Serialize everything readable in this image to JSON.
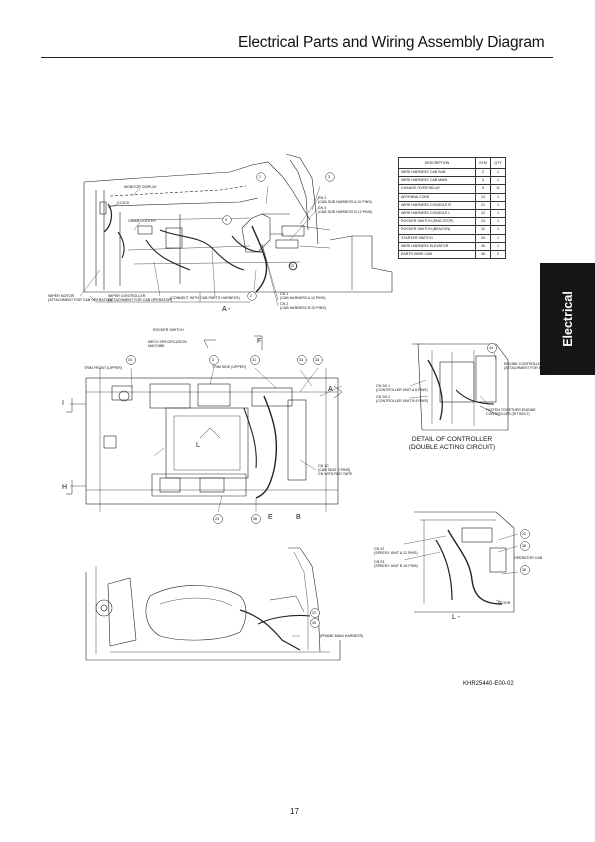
{
  "page": {
    "title": "Electrical Parts and Wiring Assembly Diagram",
    "side_tab": "Electrical",
    "doc_code": "KHR25440-E00-02",
    "page_number": "17"
  },
  "parts_table": {
    "headers": [
      "DESCRIPTION",
      "SYM",
      "QTY"
    ],
    "rows": [
      {
        "desc": "WIRE HARNESS CAB SUB",
        "sym": "2",
        "qty": "1"
      },
      {
        "desc": "WIRE HARNESS CAB MAIN",
        "sym": "3",
        "qty": "1"
      },
      {
        "desc": "CHANGE OVER RELAY",
        "sym": "9",
        "qty": "11"
      },
      {
        "desc": "ANTENNA CODE",
        "sym": "13",
        "qty": "1"
      },
      {
        "desc": "WIRE HARNESS CONSOLE R",
        "sym": "21",
        "qty": "1"
      },
      {
        "desc": "WIRE HARNESS CONSOLE L",
        "sym": "22",
        "qty": "1"
      },
      {
        "desc": "ROCKER SWITCH (ENG.STOP)",
        "sym": "24",
        "qty": "1"
      },
      {
        "desc": "ROCKER SWITCH (BEACON)",
        "sym": "31",
        "qty": "1"
      },
      {
        "desc": "STARTER SWITCH",
        "sym": "34",
        "qty": "1"
      },
      {
        "desc": "WIRE HARNESS ELEVATOR",
        "sym": "35",
        "qty": "1"
      },
      {
        "desc": "EARTH WIRE CAB",
        "sym": "36",
        "qty": "2"
      }
    ]
  },
  "controller_caption": {
    "line1": "DETAIL OF CONTROLLER",
    "line2": "(DOUBLE ACTING CIRCUIT)"
  },
  "labels": {
    "monitor_display": "MONITOR DISPLAY",
    "clock": "CLOCK",
    "cigar_lighter": "CIGAR LIGHTER",
    "cn2": "CN 2",
    "cab_sub_harness_a": "(CAB SUB HARNESS  A  10 PINS)",
    "cn3": "CN 3",
    "cab_sub_harness_b": "(CAB SUB HARNESS  B  12 PINS)",
    "cn1": "CN 1",
    "cab_harness_a": "(CAB HARNESS  A  12 PINS)",
    "cn2b": "CN 2",
    "cab_harness_b": "(CAB HARNESS  B  20 PINS)",
    "wiper_motor_1": "WIPER MOTOR",
    "wiper_motor_2": "(ATTACHMENT FOR CAB OPERATOR)",
    "wiper_ctrl_1": "WIPER CONTROLLER",
    "wiper_ctrl_2": "(ATTACHMENT FOR CAB OPERATOR)",
    "connect_cab_parts": "(CONNECT WITH CAB PARTS HARNESS)",
    "rocker_switch": "ROCKER SWITCH",
    "mecv_1": "MECV SPECIFICATION",
    "mecv_2": "MACHINE",
    "trim_front": "TRIM FRONT (UPPER)",
    "trim_side": "TRIM SIDE (UPPER)",
    "cn_sh1_1": "CN SH 1",
    "cn_sh1_2": "(CONTROLLER UNIT  A  8 PINS)",
    "cn_sh2_1": "CN SH 2",
    "cn_sh2_2": "(CONTROLLER UNIT  B  8 PINS)",
    "engine_ctrl_1": "ENGINE CONTROLLER",
    "engine_ctrl_2": "(ATTACHMENT FOR ENGINE)",
    "fasten_1": "FASTEN TOGETHER ENGINE",
    "fasten_2": "CONTROLLER (SIT BOLT)",
    "cn_c_1": "CN 1C",
    "cn_c_2": "(CAB SEAT  2 PINS)",
    "cn_c_3": "CN WITH RED TAPE",
    "cn22_1": "CN 22",
    "cn22_2": "(SPEEDY UNIT  A  12 PINS)",
    "cn23_1": "CN 23",
    "cn23_2": "(SPEEDY UNIT  B  16 PINS)",
    "operator_cab": "OPERATOR CAB",
    "floor": "FLOOR",
    "frame_main": "(FRAME MAIN HARNESS)"
  },
  "views": {
    "a": "A -",
    "f": "F",
    "i": "I",
    "a2": "A",
    "h": "H",
    "l": "L",
    "e": "E",
    "b": "B",
    "l2": "L -"
  },
  "callouts": {
    "c2a": "2",
    "c3a": "3",
    "c9": "9",
    "c13": "13",
    "c2b": "2",
    "c34": "34",
    "c31": "31",
    "c33": "33",
    "c35": "35",
    "c3b": "3",
    "c24": "24",
    "c36": "36",
    "c36b": "36",
    "c44": "44",
    "c22": "22",
    "c36c": "36",
    "c36d": "36",
    "c22b": "22",
    "c35b": "35"
  }
}
